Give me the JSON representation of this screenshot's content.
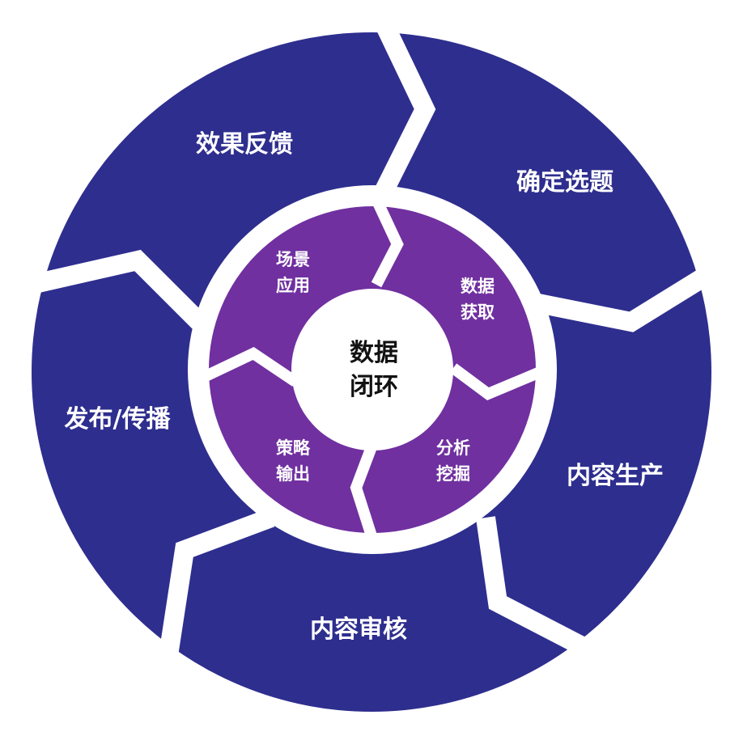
{
  "colors": {
    "outer": "#2e2e8f",
    "inner": "#7030a0",
    "gap": "#ffffff"
  },
  "center": {
    "line1": "数据",
    "line2": "闭环"
  },
  "outer_segments": [
    "确定选题",
    "内容生产",
    "内容审核",
    "发布/传播",
    "效果反馈"
  ],
  "inner_segments": [
    {
      "line1": "数据",
      "line2": "获取"
    },
    {
      "line1": "分析",
      "line2": "挖掘"
    },
    {
      "line1": "策略",
      "line2": "输出"
    },
    {
      "line1": "场景",
      "line2": "应用"
    }
  ]
}
